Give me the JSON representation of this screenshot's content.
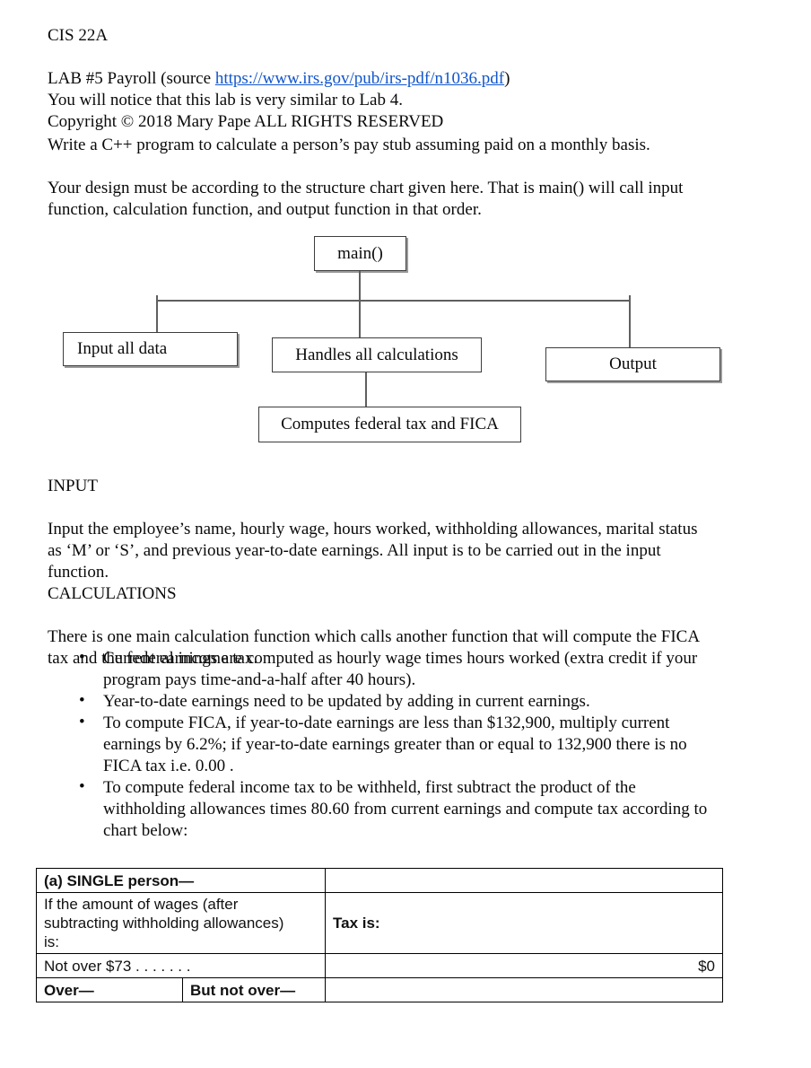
{
  "colors": {
    "link_blue": "#1155CC"
  },
  "header": {
    "course": "CIS 22A",
    "lab_prefix": "LAB #5 Payroll (source ",
    "lab_link": "https://www.irs.gov/pub/irs-pdf/n1036.pdf",
    "lab_suffix": ")",
    "copyright": "Copyright © 2018 Mary Pape ALL RIGHTS RESERVED"
  },
  "paragraphs": {
    "notice": "You will notice that this lab is very similar to Lab 4.",
    "task": "Write a C++ program to calculate a person’s pay stub assuming paid on a monthly basis.",
    "design": "Your design must be according to the structure chart given here. That is main() will call input\nfunction, calculation function, and output function in that order."
  },
  "diagram": {
    "main_label": "main()",
    "input_label": "Input all data",
    "calculations_label": "Handles all calculations",
    "output_label": "Output",
    "fica_label": "Computes federal tax and FICA"
  },
  "input_section": {
    "heading": "INPUT",
    "body": "Input the employee’s name, hourly wage, hours worked, withholding allowances, marital status\nas ‘M’ or ‘S’, and previous year-to-date earnings. All input is to be carried out in the input\nfunction."
  },
  "calculations_section": {
    "heading": "CALCULATIONS",
    "body": "There is one main calculation function which calls another function that will compute the FICA\ntax and the federal income tax.",
    "bullets": [
      "Current earnings are computed as hourly wage times hours worked (extra credit if your\nprogram pays time-and-a-half after 40 hours).",
      "Year-to-date earnings need to be updated by adding in current earnings.",
      "To compute FICA, if year-to-date earnings are less than $132,900, multiply current\nearnings by 6.2%; if year-to-date earnings greater than or equal to 132,900 there is no\nFICA tax i.e. 0.00 .",
      "To compute federal income tax to be withheld, first subtract the product of the\nwithholding allowances times 80.60 from current earnings and compute tax according to\nchart below:"
    ]
  },
  "tax_table": {
    "single_person_header": "(a) SINGLE person—",
    "wages_label": "If the amount of wages (after\nsubtracting withholding allowances)\nis:",
    "tax_is_label": "Tax is:",
    "not_over_label": "Not over $73 . . . . . . .",
    "not_over_value": "$0",
    "over_label": "Over—",
    "but_not_over_label": "But not over—"
  }
}
